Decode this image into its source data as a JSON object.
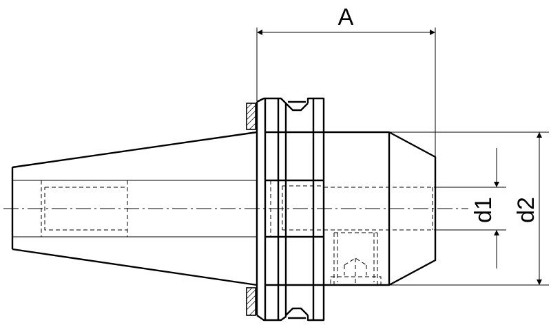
{
  "figure": {
    "dimensions": {
      "a_label": "A",
      "d1_label": "d1",
      "d2_label": "d2"
    }
  }
}
